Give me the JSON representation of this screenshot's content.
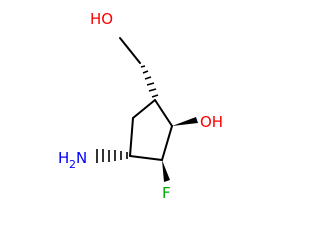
{
  "labels": {
    "top_oh": "HO",
    "right_oh": "OH",
    "amine_n": "H",
    "amine_subscript": "2",
    "amine_suffix": "N",
    "fluorine": "F"
  },
  "colors": {
    "background": "#ffffff",
    "bond": "#000000",
    "oxygen": "#ff0000",
    "nitrogen": "#0000ff",
    "fluorine": "#00aa00"
  }
}
